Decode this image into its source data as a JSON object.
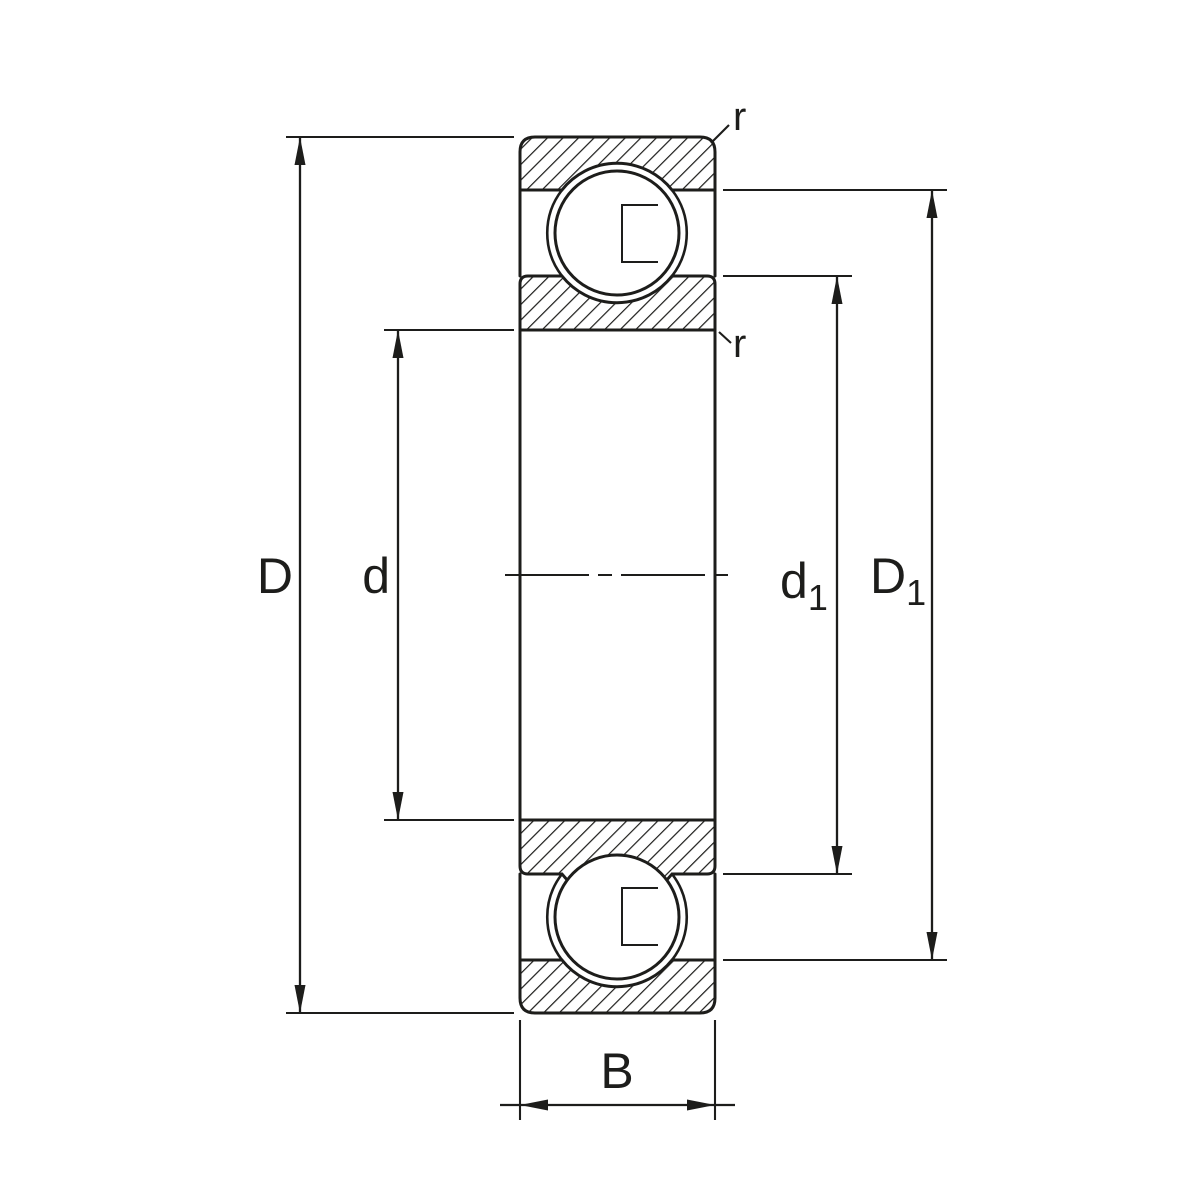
{
  "diagram": {
    "subject": "deep-groove-ball-bearing-cross-section"
  },
  "labels": {
    "D": "D",
    "d": "d",
    "d1": {
      "main": "d",
      "sub": "1"
    },
    "D1": {
      "main": "D",
      "sub": "1"
    },
    "B": "B",
    "r_outer": "r",
    "r_inner": "r"
  },
  "colors": {
    "line": "#1d1d1b",
    "background": "#ffffff"
  }
}
